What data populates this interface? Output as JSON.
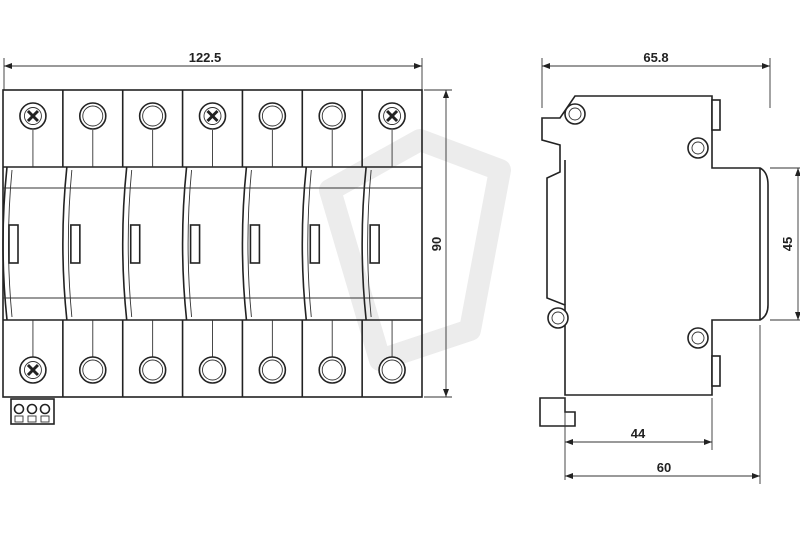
{
  "front_view": {
    "width_label": "122.5",
    "height_label": "90",
    "modules": [
      {
        "top_terminal": "cross",
        "bottom_terminal": "cross"
      },
      {
        "top_terminal": "plain",
        "bottom_terminal": "plain"
      },
      {
        "top_terminal": "plain",
        "bottom_terminal": "plain"
      },
      {
        "top_terminal": "cross",
        "bottom_terminal": "plain"
      },
      {
        "top_terminal": "plain",
        "bottom_terminal": "plain"
      },
      {
        "top_terminal": "plain",
        "bottom_terminal": "plain"
      },
      {
        "top_terminal": "cross",
        "bottom_terminal": "plain"
      }
    ],
    "remote_contact_pins": 3
  },
  "side_view": {
    "width_label": "65.8",
    "front_height_label": "45",
    "depth_label_1": "44",
    "depth_label_2": "60"
  },
  "colors": {
    "line": "#222222",
    "watermark": "#e6e6e6",
    "background": "#ffffff"
  }
}
